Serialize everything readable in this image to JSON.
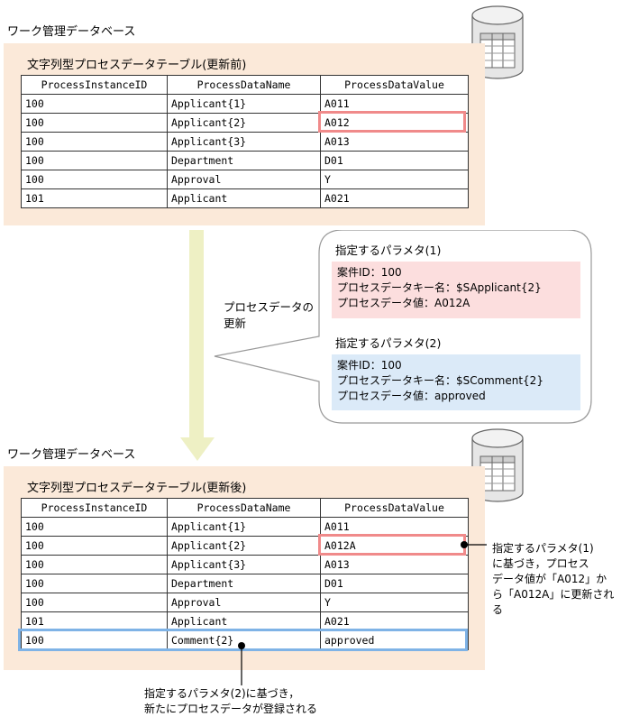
{
  "top": {
    "section_label": "ワーク管理データベース",
    "table_title": "文字列型プロセスデータテーブル(更新前)",
    "headers": [
      "ProcessInstanceID",
      "ProcessDataName",
      "ProcessDataValue"
    ],
    "rows": [
      [
        "100",
        "Applicant{1}",
        "A011"
      ],
      [
        "100",
        "Applicant{2}",
        "A012"
      ],
      [
        "100",
        "Applicant{3}",
        "A013"
      ],
      [
        "100",
        "Department",
        "D01"
      ],
      [
        "100",
        "Approval",
        "Y"
      ],
      [
        "101",
        "Applicant",
        "A021"
      ]
    ]
  },
  "arrow_label": [
    "プロセスデータの",
    "更新"
  ],
  "params": {
    "p1_title": "指定するパラメタ(1)",
    "p1_lines": [
      "案件ID：100",
      "プロセスデータキー名：$SApplicant{2}",
      "プロセスデータ値：A012A"
    ],
    "p2_title": "指定するパラメタ(2)",
    "p2_lines": [
      "案件ID：100",
      "プロセスデータキー名：$SComment{2}",
      "プロセスデータ値：approved"
    ]
  },
  "bottom": {
    "section_label": "ワーク管理データベース",
    "table_title": "文字列型プロセスデータテーブル(更新後)",
    "headers": [
      "ProcessInstanceID",
      "ProcessDataName",
      "ProcessDataValue"
    ],
    "rows": [
      [
        "100",
        "Applicant{1}",
        "A011"
      ],
      [
        "100",
        "Applicant{2}",
        "A012A"
      ],
      [
        "100",
        "Applicant{3}",
        "A013"
      ],
      [
        "100",
        "Department",
        "D01"
      ],
      [
        "100",
        "Approval",
        "Y"
      ],
      [
        "101",
        "Applicant",
        "A021"
      ],
      [
        "100",
        "Comment{2}",
        "approved"
      ]
    ]
  },
  "notes": {
    "right": [
      "指定するパラメタ(1)",
      "に基づき，プロセス",
      "データ値が「A012」か",
      "ら「A012A」に更新され",
      "る"
    ],
    "bottom": [
      "指定するパラメタ(2)に基づき，",
      "新たにプロセスデータが登録される"
    ]
  },
  "colors": {
    "panel": "#fbe9d9",
    "arrow": "#eef0c4",
    "param1_bg": "#fcdede",
    "param2_bg": "#dbeaf8",
    "highlight_red": "#f08a8a",
    "highlight_blue": "#7fb3e6"
  },
  "icons": [
    "database-icon"
  ]
}
